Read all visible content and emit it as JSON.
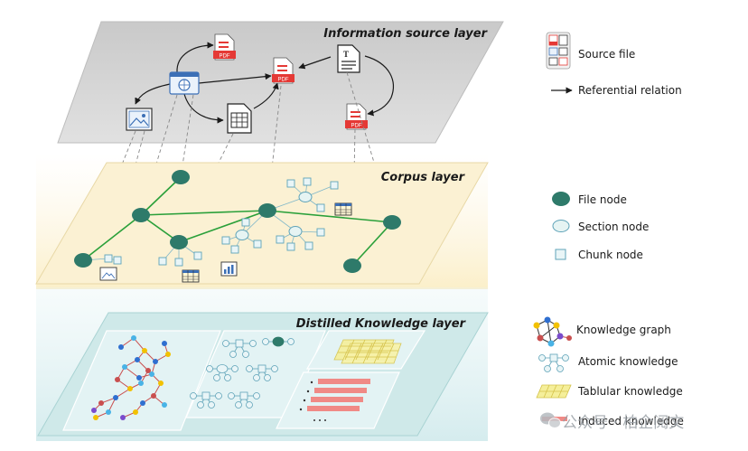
{
  "layers": {
    "information": {
      "title": "Information source layer"
    },
    "corpus": {
      "title": "Corpus layer"
    },
    "knowledge": {
      "title": "Distilled Knowledge layer"
    }
  },
  "legend": {
    "source_file": "Source file",
    "referential_relation": "Referential relation",
    "file_node": "File node",
    "section_node": "Section node",
    "chunk_node": "Chunk node",
    "knowledge_graph": "Knowledge graph",
    "atomic_knowledge": "Atomic knowledge",
    "tabular_knowledge": "Tablular knowledge",
    "induced_knowledge": "Induced knowledge"
  },
  "icons": {
    "pdf_label": "PDF",
    "text_doc_label": "T"
  },
  "watermark": "公众号 · 柏企阅文",
  "colors": {
    "file_node": "#2e7a6a",
    "graph_edge": "#2aa03a",
    "section_node": "#e6f4f3",
    "chunk_node": "#e9f5f7",
    "pdf_red": "#e53935",
    "info_plane": "#d6d6d6",
    "corpus_plane": "#fbf1d3",
    "knowledge_plane": "#cfe9e9",
    "tabular_yellow": "#f5ef9a",
    "induced_red": "#f08a86"
  }
}
